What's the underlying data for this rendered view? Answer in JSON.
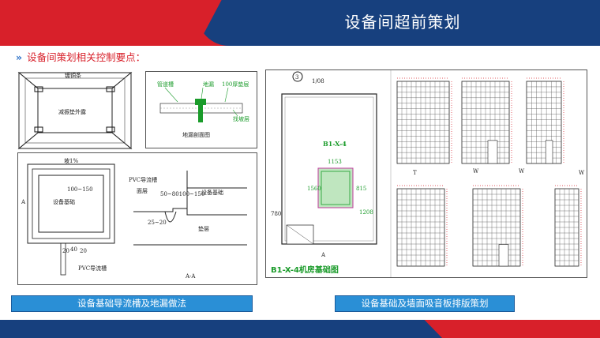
{
  "header": {
    "title": "设备间超前策划"
  },
  "section": {
    "bullet_glyph": "»",
    "heading": "设备间策划相关控制要点："
  },
  "drawing_a": {
    "top_label": "镀铜条",
    "center_label": "减振垫外露"
  },
  "drawing_b": {
    "labels": [
      "管道槽",
      "地漏",
      "100厚垫层",
      "找坡层"
    ],
    "caption": "地漏剖面图"
  },
  "drawing_c": {
    "label_top": "坡1%",
    "dim_1": "100~150",
    "base_label": "设备基础",
    "dim_2": "20",
    "dim_3": "40",
    "dim_4": "20",
    "pvc_label": "PVC导流槽",
    "section_mark": "A",
    "pvc_label_2": "PVC导流槽",
    "floor_label": "面层",
    "dims_row": "50~80100~150",
    "base_label_2": "设备基础",
    "layer_label": "垫层",
    "depth_label": "25~20",
    "aa_label": "A-A"
  },
  "drawing_d": {
    "axis_mark": "3",
    "dim_top": "1/08",
    "code": "B1-X-4",
    "dim_153": "1153",
    "dim_1560": "1560",
    "dim_815": "815",
    "dim_1208": "1208",
    "dim_side": "780",
    "a_mark": "A",
    "plan_title": "B1-X-4机房基础图"
  },
  "drawing_e": {
    "marks": [
      "T",
      "W",
      "W",
      "W"
    ]
  },
  "captions": {
    "left": "设备基础导流槽及地漏做法",
    "right": "设备基础及墙面吸音板排版策划"
  },
  "colors": {
    "red": "#d8202a",
    "blue": "#17407e",
    "caption_blue": "#2a8fd6",
    "drawing_green": "#1a9b2a",
    "drawing_magenta": "#c23a9e"
  }
}
